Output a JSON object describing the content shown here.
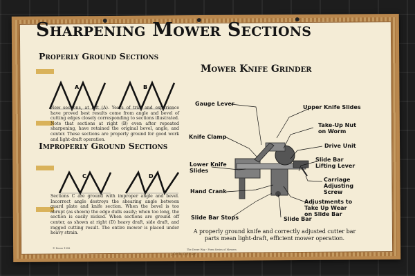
{
  "poster": {
    "title": "Sharpening Mower Sections",
    "properly_ground_heading": "Properly Ground Sections",
    "improperly_ground_heading": "Improperly Ground Sections",
    "grinder_heading": "Mower Knife Grinder",
    "section_letters": [
      "A",
      "B",
      "C",
      "D"
    ],
    "new_sections_text": "New sections, at left (A). Years of trial and experience have proved best results come from angle and bevel of cutting edges closely corresponding to sections illustrated. Note that sections at right (B) even after repeated sharpening, have retained the original bevel, angle, and center. These sections are properly ground for good work and light-draft operation.",
    "section_c_text": "Sections C are ground with improper angle and bevel. Incorrect angle destroys the shearing angle between guard plate and knife section. When the bevel is too abrupt (as shown) the edge dulls easily; when too long, the section is easily nicked. When sections are ground off center, as shown at right (D) heavy draft, side draft, and ragged cutting result. The entire mower is placed under heavy strain.",
    "grinder_labels": {
      "gauge_lever": "Gauge Lever",
      "upper_knife_slides": "Upper Knife Slides",
      "take_up_nut": "Take-Up Nut\non Worm",
      "knife_clamp": "Knife Clamp",
      "drive_unit": "Drive Unit",
      "slide_bar_lifting_lever": "Slide Bar\nLifting Lever",
      "lower_knife_slides": "Lower Knife\nSlides",
      "carriage_adjusting_screw": "Carriage\nAdjusting\nScrew",
      "hand_crank": "Hand Crank",
      "adjustments": "Adjustments to\nTake Up Wear\non Slide Bar",
      "slide_bar_stops": "Slide Bar Stops",
      "slide_bar": "Slide Bar"
    },
    "caption": "A properly ground knife and correctly adjusted cutter bar parts mean light-draft, efficient mower operation.",
    "copyright": "© Deere 1958",
    "footer_note": "The Deere Way - Form Series of Mowers",
    "brand": "JOHN DEERE"
  },
  "colors": {
    "background_wall": "#1d1d1d",
    "frame": "#b9874d",
    "paper": "#f4ecd6",
    "ink": "#141414",
    "accent_gold": "#d9b25a"
  }
}
